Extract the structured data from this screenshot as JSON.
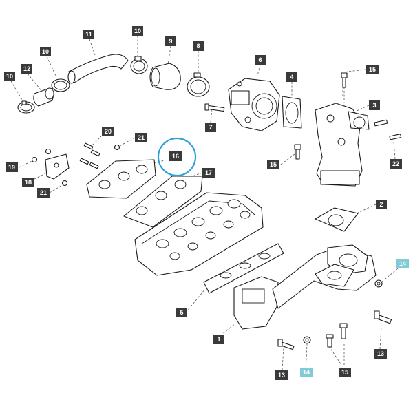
{
  "colors": {
    "callout_bg": "#3a3a3a",
    "callout_highlight_bg": "#7fcbd6",
    "focus_ring": "#2f9fd8",
    "line": "#1a1a1a"
  },
  "focused_part": "16",
  "callouts": [
    {
      "id": "c11",
      "label": "11"
    },
    {
      "id": "c10a",
      "label": "10"
    },
    {
      "id": "c9",
      "label": "9"
    },
    {
      "id": "c8",
      "label": "8"
    },
    {
      "id": "c10b",
      "label": "10"
    },
    {
      "id": "c12",
      "label": "12"
    },
    {
      "id": "c10c",
      "label": "10"
    },
    {
      "id": "c6",
      "label": "6"
    },
    {
      "id": "c4",
      "label": "4"
    },
    {
      "id": "c15a",
      "label": "15"
    },
    {
      "id": "c3",
      "label": "3"
    },
    {
      "id": "c7",
      "label": "7"
    },
    {
      "id": "c20",
      "label": "20"
    },
    {
      "id": "c21a",
      "label": "21"
    },
    {
      "id": "c16",
      "label": "16"
    },
    {
      "id": "c17",
      "label": "17"
    },
    {
      "id": "c19",
      "label": "19"
    },
    {
      "id": "c18",
      "label": "18"
    },
    {
      "id": "c21b",
      "label": "21"
    },
    {
      "id": "c15b",
      "label": "15"
    },
    {
      "id": "c22",
      "label": "22"
    },
    {
      "id": "c2",
      "label": "2"
    },
    {
      "id": "c14a",
      "label": "14"
    },
    {
      "id": "c5",
      "label": "5"
    },
    {
      "id": "c1",
      "label": "1"
    },
    {
      "id": "c13a",
      "label": "13"
    },
    {
      "id": "c14b",
      "label": "14"
    },
    {
      "id": "c15c",
      "label": "15"
    },
    {
      "id": "c13b",
      "label": "13"
    }
  ]
}
